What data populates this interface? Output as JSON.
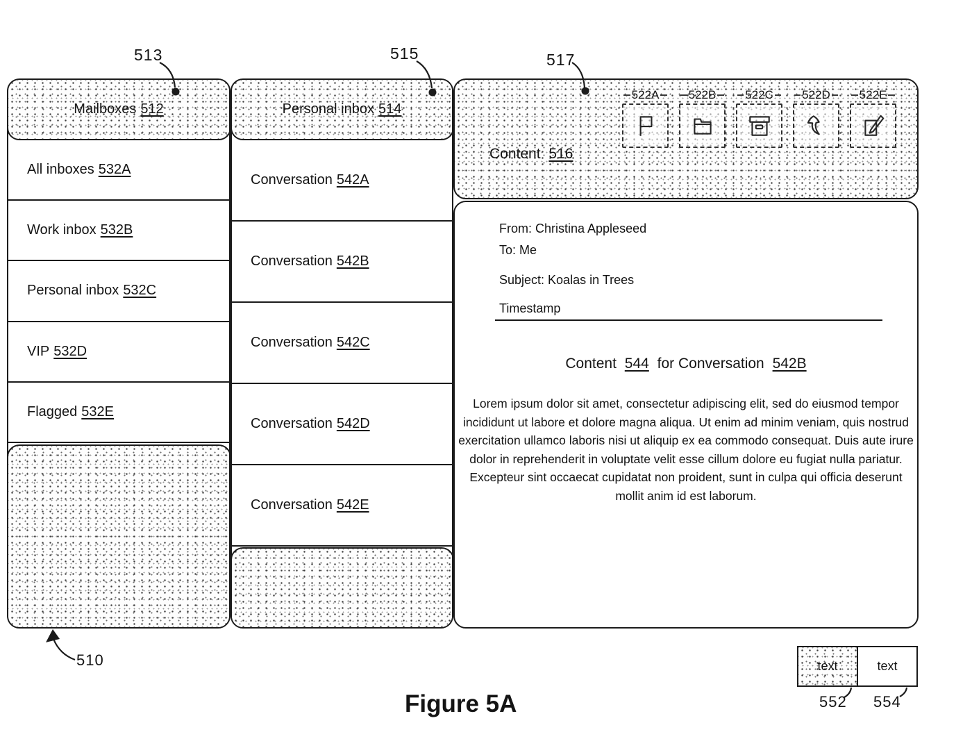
{
  "figure": {
    "caption": "Figure 5A",
    "root_ref": "510"
  },
  "panels": {
    "mailboxes": {
      "ref": "513",
      "header": {
        "label": "Mailboxes",
        "num": "512"
      },
      "items": [
        {
          "label": "All inboxes",
          "num": "532A"
        },
        {
          "label": "Work inbox",
          "num": "532B"
        },
        {
          "label": "Personal inbox",
          "num": "532C"
        },
        {
          "label": "VIP",
          "num": "532D"
        },
        {
          "label": "Flagged",
          "num": "532E"
        }
      ]
    },
    "personal_inbox": {
      "ref": "515",
      "header": {
        "label": "Personal inbox",
        "num": "514"
      },
      "items": [
        {
          "label": "Conversation",
          "num": "542A"
        },
        {
          "label": "Conversation",
          "num": "542B"
        },
        {
          "label": "Conversation",
          "num": "542C"
        },
        {
          "label": "Conversation",
          "num": "542D"
        },
        {
          "label": "Conversation",
          "num": "542E"
        }
      ]
    },
    "content": {
      "ref": "517",
      "header": {
        "label": "Content",
        "num": "516"
      },
      "toolbar": [
        {
          "ref": "522A",
          "icon": "flag-icon"
        },
        {
          "ref": "522B",
          "icon": "folder-icon"
        },
        {
          "ref": "522C",
          "icon": "archive-box-icon"
        },
        {
          "ref": "522D",
          "icon": "reply-arrow-icon"
        },
        {
          "ref": "522E",
          "icon": "compose-icon"
        }
      ],
      "message": {
        "from": "From: Christina Appleseed",
        "to": "To: Me",
        "subject": "Subject: Koalas in Trees",
        "timestamp": "Timestamp",
        "title_pre": "Content",
        "title_num": "544",
        "title_mid": "for Conversation",
        "title_num2": "542B",
        "body": "Lorem ipsum dolor sit amet, consectetur adipiscing elit, sed do eiusmod tempor incididunt ut labore et dolore magna aliqua. Ut enim ad minim veniam, quis nostrud exercitation ullamco laboris nisi ut aliquip ex ea commodo consequat. Duis aute irure dolor in reprehenderit in voluptate velit esse cillum dolore eu fugiat nulla pariatur. Excepteur sint occaecat cupidatat non proident, sunt in culpa qui officia deserunt mollit anim id est laborum."
      }
    }
  },
  "legend": {
    "items": [
      {
        "label": "text",
        "ref": "552",
        "fill": "stippled"
      },
      {
        "label": "text",
        "ref": "554",
        "fill": "plain"
      }
    ]
  },
  "colors": {
    "line": "#1b1b1b",
    "background": "#ffffff"
  }
}
